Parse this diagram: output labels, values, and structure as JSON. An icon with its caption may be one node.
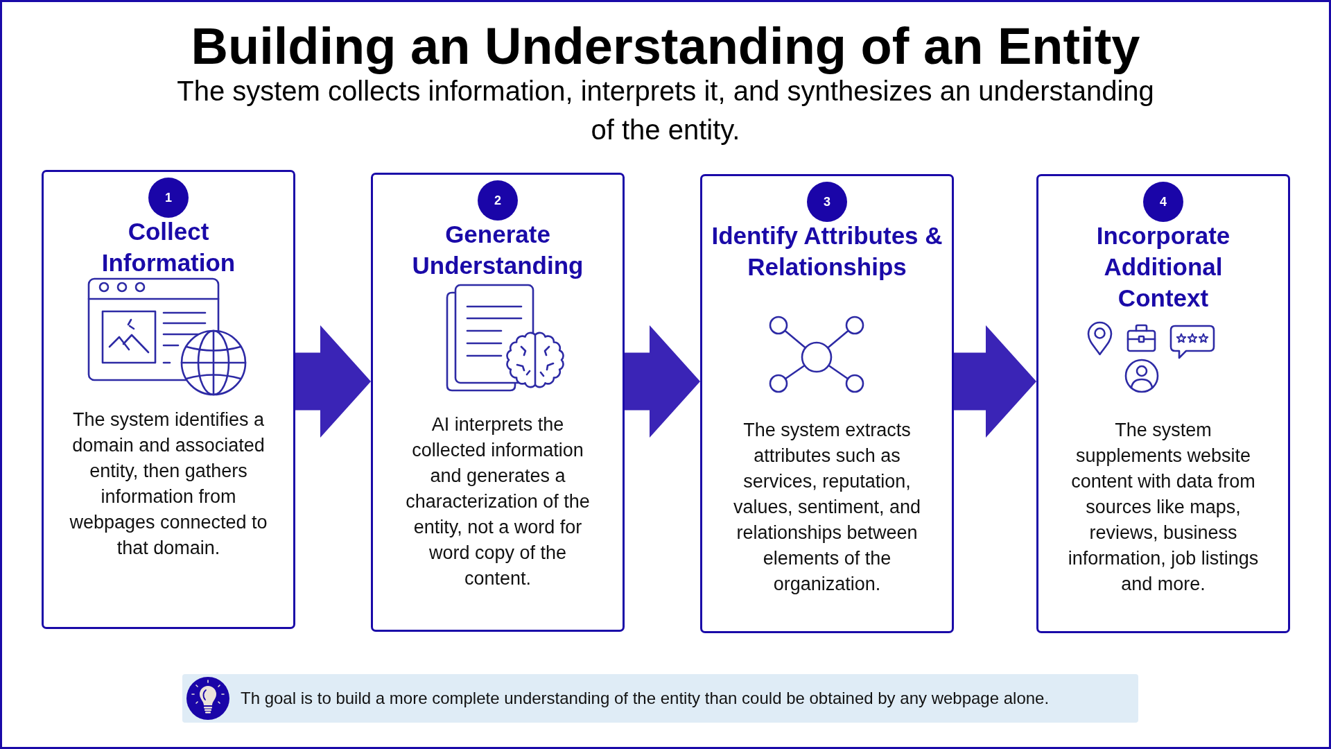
{
  "diagram": {
    "title": "Building an Understanding of an Entity",
    "nodes": [
      {
        "text": [
          "Collect Information",
          "The system identifies a domain and associated entity, then gathers information from webpages connected to that domain."
        ]
      },
      {
        "text": [
          "1"
        ],
        "in": 0
      },
      {
        "text": [
          "Generate Understanding",
          "AI interprets the collected information and generates a characterization of the entity, not a word for word copy of the content."
        ]
      },
      {
        "text": [
          "2"
        ],
        "in": 2
      },
      {
        "text": [
          "Identify Attributes & Relationships",
          "The system extracts attributes such as services, reputation, values, sentiment, and relationships between elements of the organization."
        ]
      },
      {
        "text": [
          "3"
        ],
        "in": 4
      },
      {
        "text": [
          "Incorporate Additional Context",
          "The system supplements website content with data from sources like maps, reviews, business information, job listings and more."
        ]
      },
      {
        "text": [
          "4"
        ],
        "in": 6
      },
      {
        "text": [
          "Th goal is to build a more complete understanding of the entity than could be obtained by any webpage alone."
        ]
      }
    ],
    "edges": [
      {
        "from": 0,
        "to": 2,
        "arrow": "to"
      },
      {
        "from": 2,
        "to": 4,
        "arrow": "to"
      },
      {
        "from": 4,
        "to": 6,
        "arrow": "to"
      }
    ],
    "labels": [
      "The system collects information, interprets it, and synthesizes an understanding of the entity."
    ]
  }
}
